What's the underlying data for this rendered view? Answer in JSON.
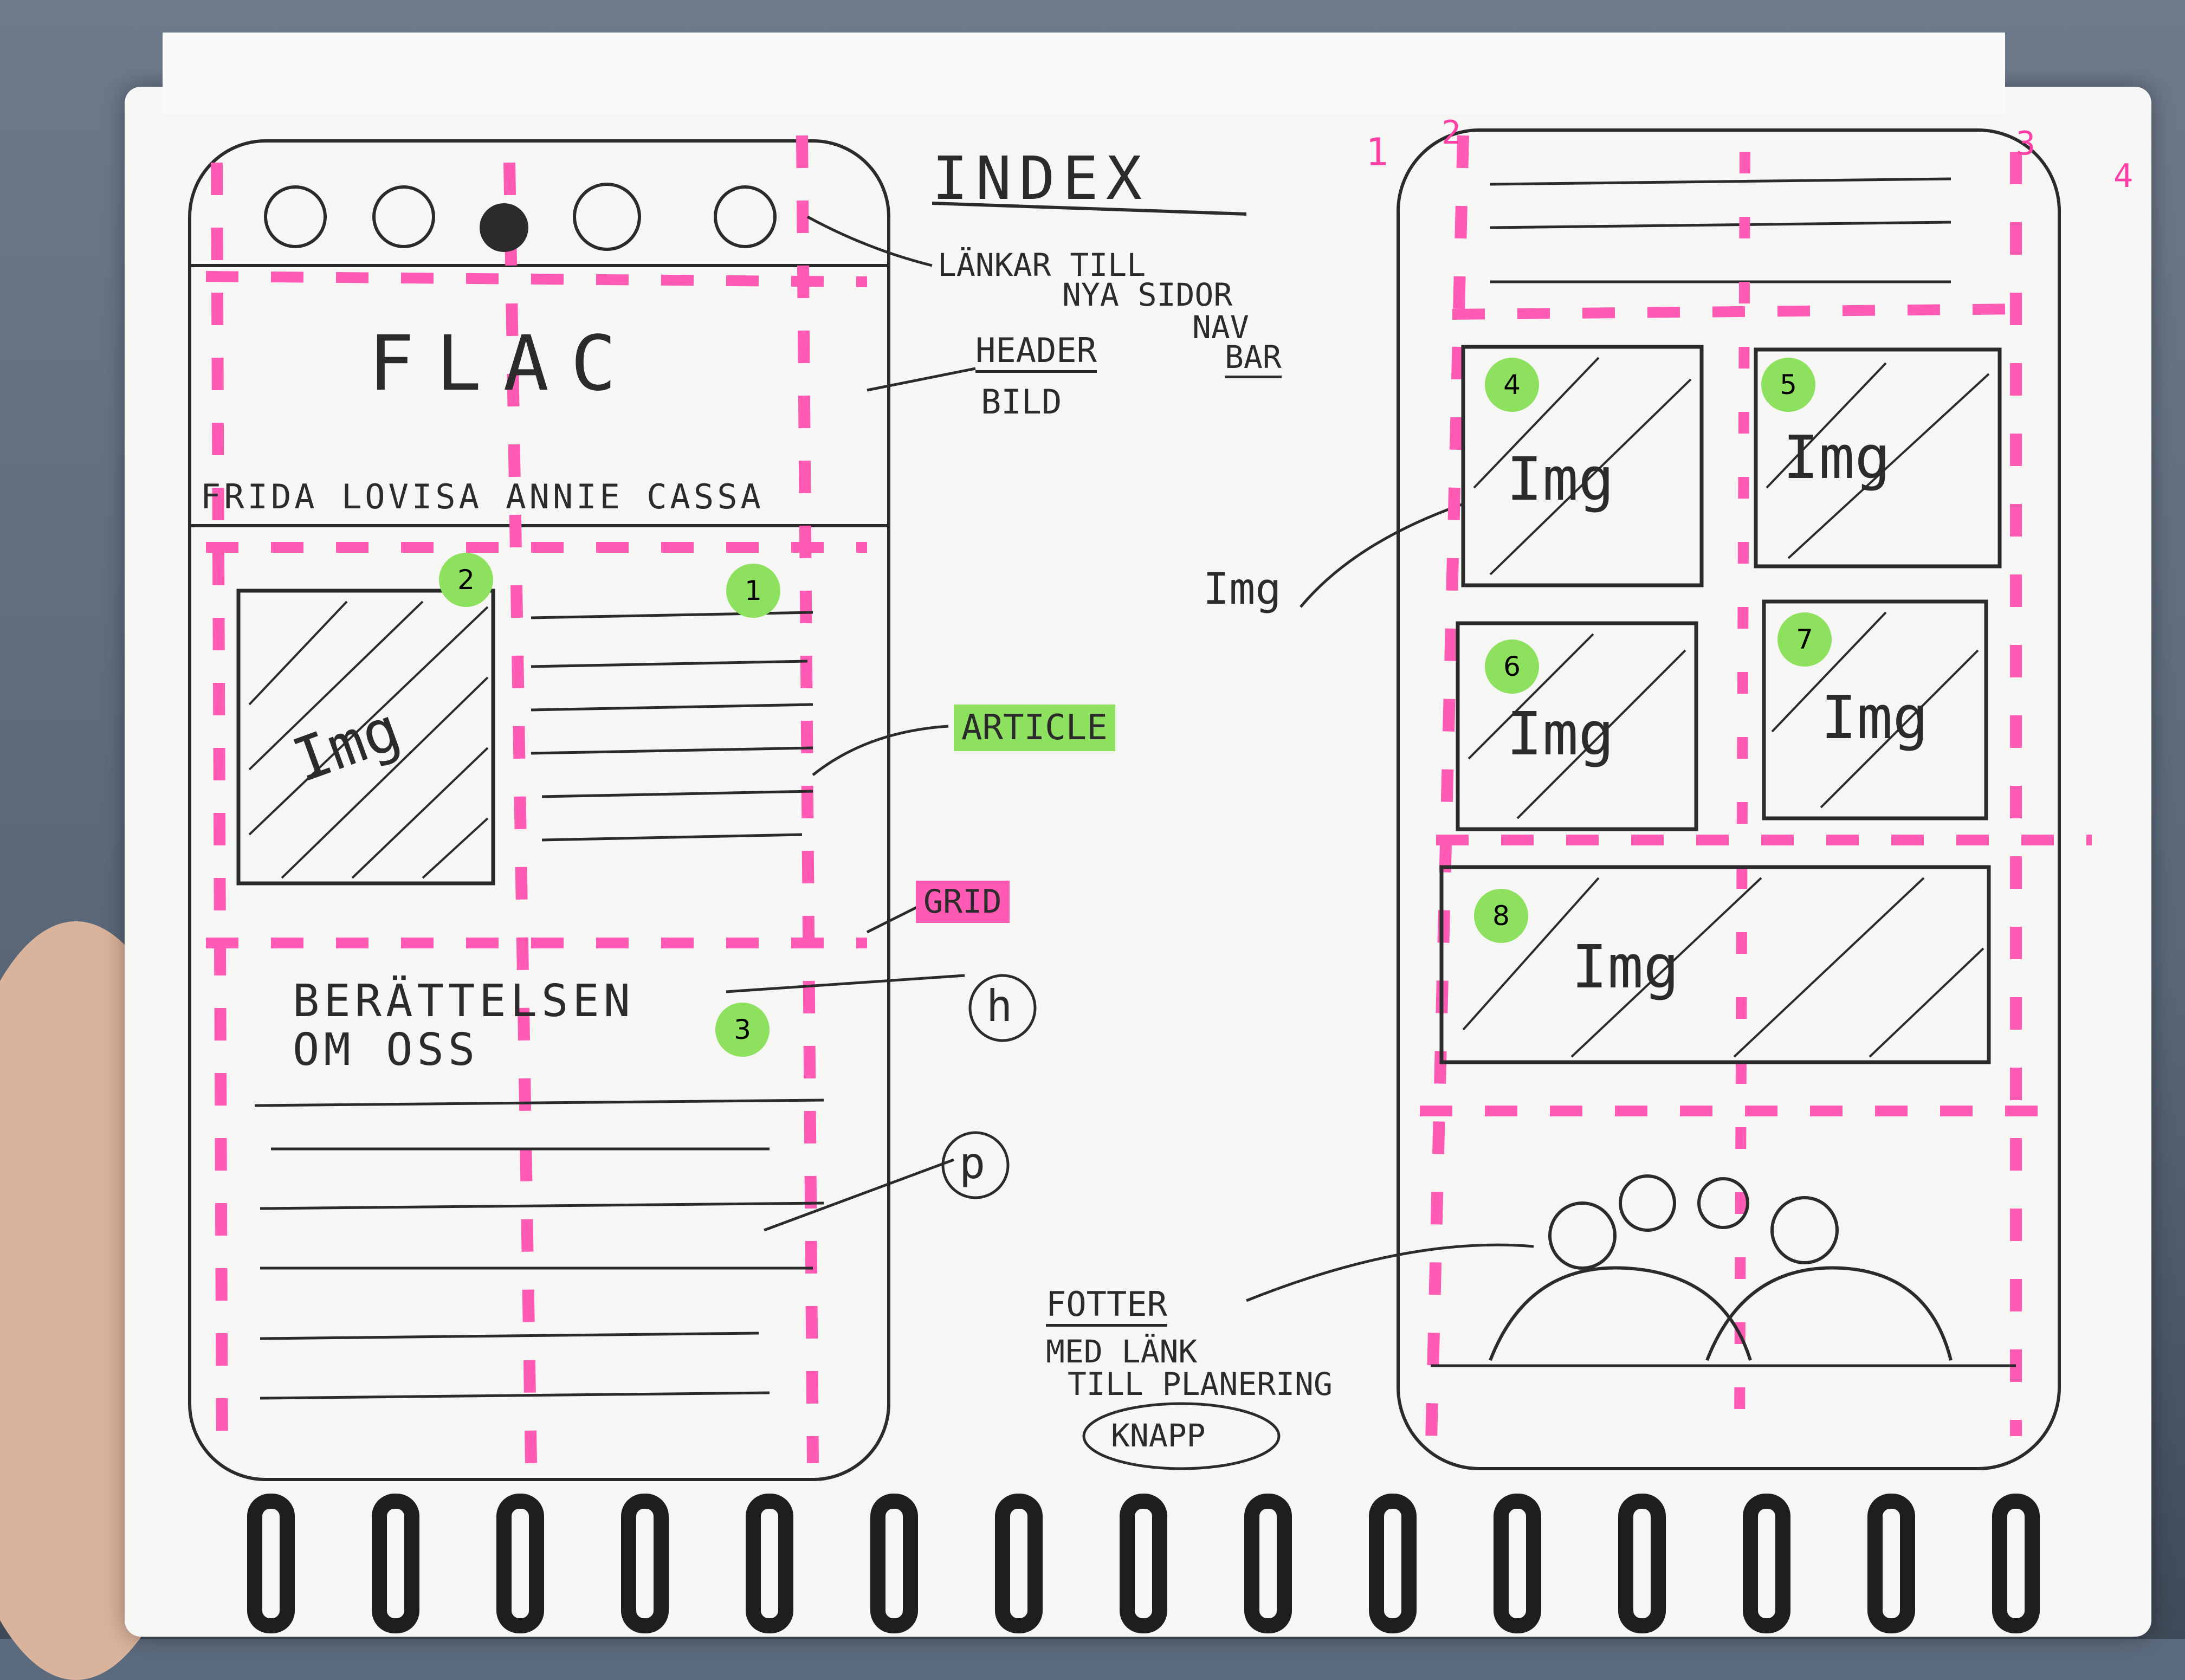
{
  "page": {
    "title": "INDEX"
  },
  "left_wireframe": {
    "header_text": "FLAC",
    "names_row": "FRIDA LOVISA ANNIE CASSA",
    "article_title_1": "BERÄTTELSEN",
    "article_title_2": "OM OSS",
    "img_label": "Img",
    "badges": [
      "2",
      "1",
      "3"
    ]
  },
  "annotations": {
    "nav_1": "LÄNKAR TILL",
    "nav_2": "NYA SIDOR",
    "nav_3": "NAV",
    "nav_4": "BAR",
    "header_1": "HEADER",
    "header_2": "BILD",
    "article": "ARTICLE",
    "grid": "GRID",
    "h_tag": "h",
    "p_tag": "p",
    "img_arrow": "Img",
    "footer_1": "FOTTER",
    "footer_2": "MED LÄNK",
    "footer_3": "TILL PLANERING",
    "footer_4": "KNAPP"
  },
  "right_wireframe": {
    "img_label": "Img",
    "badges": [
      "4",
      "5",
      "6",
      "7",
      "8"
    ],
    "corner_numbers": [
      "1",
      "2",
      "3",
      "4"
    ]
  },
  "colors": {
    "paper": "#f6f6f4",
    "pencil": "#2b2b2b",
    "highlight_pink": "#ff5bb5",
    "highlight_green": "#8ee05f"
  }
}
